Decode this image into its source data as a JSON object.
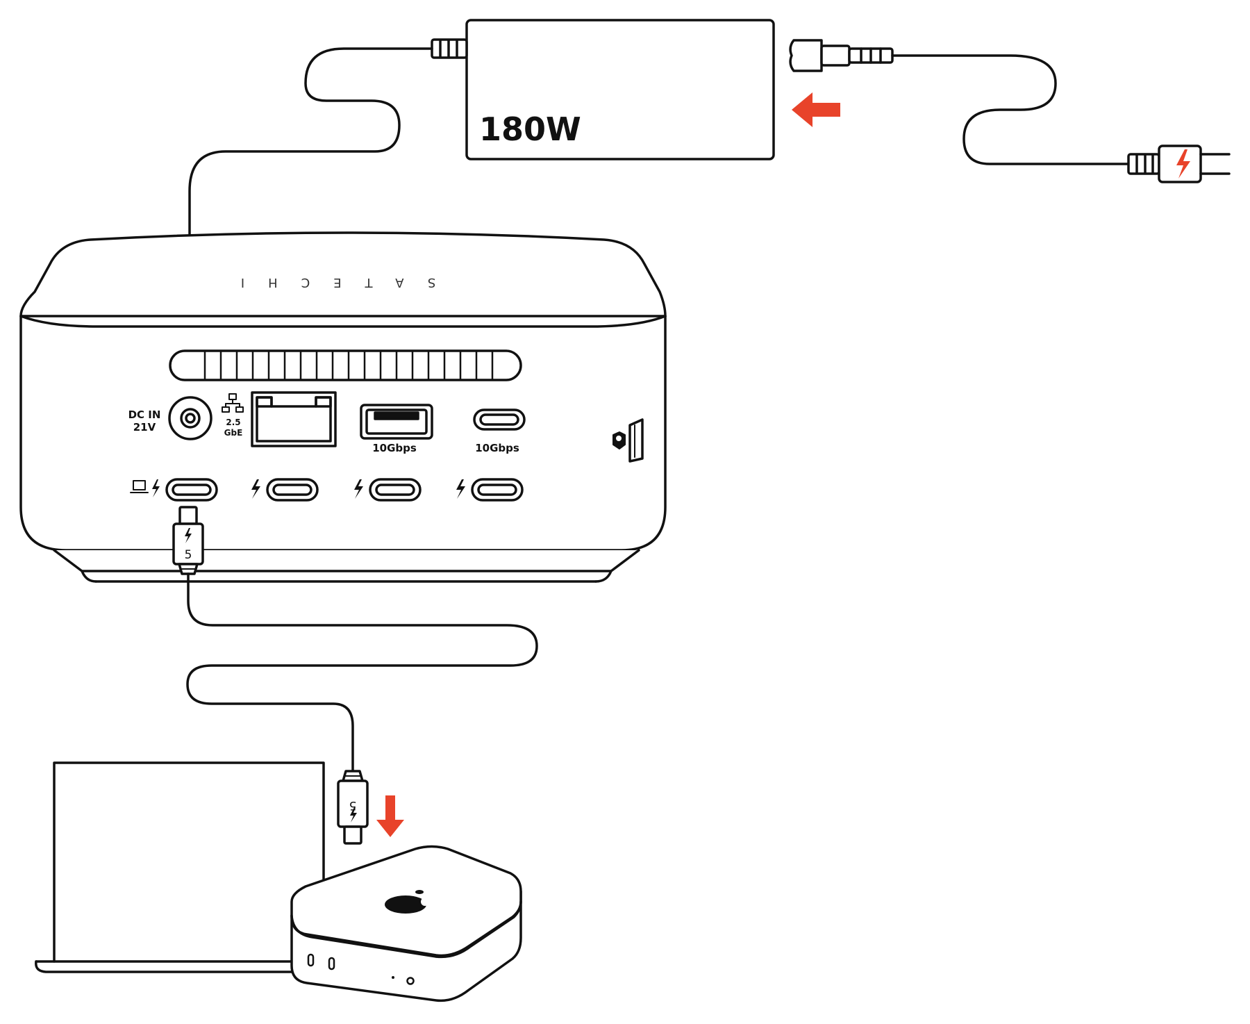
{
  "adapter": {
    "wattage": "180W"
  },
  "hub": {
    "brand": "SATECHI",
    "dc_in_line1": "DC IN",
    "dc_in_line2": "21V",
    "ethernet_line1": "2.5",
    "ethernet_line2": "GbE",
    "usb_a_speed": "10Gbps",
    "usb_c_speed": "10Gbps"
  },
  "cable": {
    "number": "5"
  },
  "colors": {
    "arrow": "#E8432A",
    "stroke": "#111111",
    "surface": "#ffffff"
  },
  "icons": [
    "bolt-icon",
    "laptop-icon",
    "thunderbolt-icon",
    "network-icon",
    "lock-icon",
    "apple-logo",
    "arrow-icon"
  ]
}
